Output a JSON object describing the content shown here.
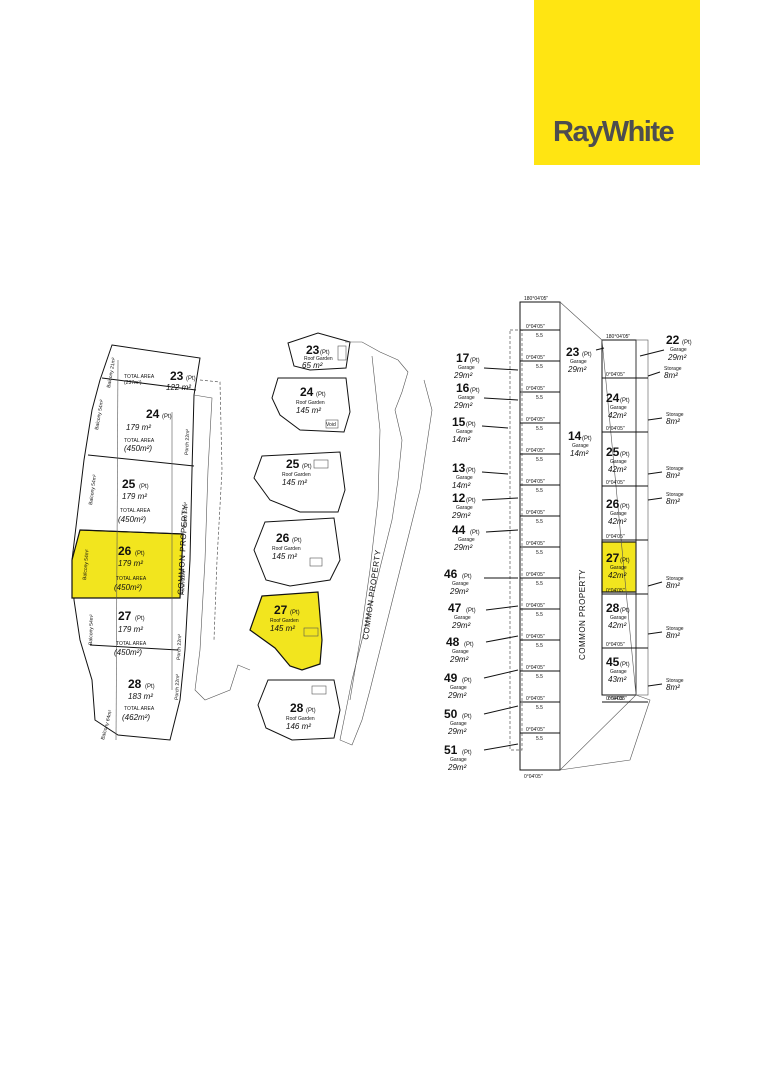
{
  "brand": {
    "logo_text": "RayWhite",
    "accent": "#FFE512",
    "highlight": "#F2E51E"
  },
  "plan1": {
    "road_label": "COMMON PROPERTY",
    "lots": [
      {
        "num": "23",
        "suffix": "(Pt)",
        "area": "122 m²",
        "total_label": "TOTAL AREA",
        "total": "(237m²)",
        "side1": "Balcony 21m²",
        "side2": "",
        "highlight": false
      },
      {
        "num": "24",
        "suffix": "(Pt)",
        "area": "179 m²",
        "total_label": "TOTAL AREA",
        "total": "(450m²)",
        "side1": "Balcony 54m²",
        "side2": "Porch 22m²",
        "highlight": false
      },
      {
        "num": "25",
        "suffix": "(Pt)",
        "area": "179 m²",
        "total_label": "TOTAL AREA",
        "total": "(450m²)",
        "side1": "Balcony 54m²",
        "side2": "Porch 22m²",
        "highlight": false
      },
      {
        "num": "26",
        "suffix": "(Pt)",
        "area": "179 m²",
        "total_label": "TOTAL AREA",
        "total": "(450m²)",
        "side1": "Balcony 54m²",
        "side2": "Porch 22m²",
        "highlight": true
      },
      {
        "num": "27",
        "suffix": "(Pt)",
        "area": "179 m²",
        "total_label": "TOTAL AREA",
        "total": "(450m²)",
        "side1": "Balcony 54m²",
        "side2": "Porch 22m²",
        "highlight": false
      },
      {
        "num": "28",
        "suffix": "(Pt)",
        "area": "183 m²",
        "total_label": "TOTAL AREA",
        "total": "(462m²)",
        "side1": "Balcony 64m²",
        "side2": "Porch 22m²",
        "highlight": false
      }
    ]
  },
  "plan2": {
    "road_label": "COMMON PROPERTY",
    "void_label": "Void",
    "lots": [
      {
        "num": "23",
        "suffix": "(Pt)",
        "kind": "Roof Garden",
        "area": "65 m²",
        "highlight": false
      },
      {
        "num": "24",
        "suffix": "(Pt)",
        "kind": "Roof Garden",
        "area": "145 m²",
        "highlight": false
      },
      {
        "num": "25",
        "suffix": "(Pt)",
        "kind": "Roof Garden",
        "area": "145 m²",
        "highlight": false
      },
      {
        "num": "26",
        "suffix": "(Pt)",
        "kind": "Roof Garden",
        "area": "145 m²",
        "highlight": false
      },
      {
        "num": "27",
        "suffix": "(Pt)",
        "kind": "Roof Garden",
        "area": "145 m²",
        "highlight": true
      },
      {
        "num": "28",
        "suffix": "(Pt)",
        "kind": "Roof Garden",
        "area": "146 m²",
        "highlight": false
      }
    ]
  },
  "plan3": {
    "road_label": "COMMON PROPERTY",
    "bearing": "0°04'05\"",
    "bearing_top": "180°04'05\"",
    "dim": "5.5",
    "left_lots": [
      {
        "num": "17",
        "suffix": "(Pt)",
        "kind": "Garage",
        "area": "29m²"
      },
      {
        "num": "16",
        "suffix": "(Pt)",
        "kind": "Garage",
        "area": "29m²"
      },
      {
        "num": "15",
        "suffix": "(Pt)",
        "kind": "Garage",
        "area": "14m²"
      },
      {
        "num": "13",
        "suffix": "(Pt)",
        "kind": "Garage",
        "area": "14m²"
      },
      {
        "num": "12",
        "suffix": "(Pt)",
        "kind": "Garage",
        "area": "29m²"
      },
      {
        "num": "44",
        "suffix": "(Pt)",
        "kind": "Garage",
        "area": "29m²"
      },
      {
        "num": "46",
        "suffix": "(Pt)",
        "kind": "Garage",
        "area": "29m²"
      },
      {
        "num": "47",
        "suffix": "(Pt)",
        "kind": "Garage",
        "area": "29m²"
      },
      {
        "num": "48",
        "suffix": "(Pt)",
        "kind": "Garage",
        "area": "29m²"
      },
      {
        "num": "49",
        "suffix": "(Pt)",
        "kind": "Garage",
        "area": "29m²"
      },
      {
        "num": "50",
        "suffix": "(Pt)",
        "kind": "Garage",
        "area": "29m²"
      },
      {
        "num": "51",
        "suffix": "(Pt)",
        "kind": "Garage",
        "area": "29m²"
      }
    ],
    "mid_lots": [
      {
        "num": "23",
        "suffix": "(Pt)",
        "kind": "Garage",
        "area": "29m²"
      },
      {
        "num": "14",
        "suffix": "(Pt)",
        "kind": "Garage",
        "area": "14m²"
      }
    ],
    "right_lots": [
      {
        "num": "24",
        "suffix": "(Pt)",
        "kind": "Garage",
        "area": "42m²",
        "highlight": false
      },
      {
        "num": "25",
        "suffix": "(Pt)",
        "kind": "Garage",
        "area": "42m²",
        "highlight": false
      },
      {
        "num": "26",
        "suffix": "(Pt)",
        "kind": "Garage",
        "area": "42m²",
        "highlight": false
      },
      {
        "num": "27",
        "suffix": "(Pt)",
        "kind": "Garage",
        "area": "42m²",
        "highlight": true
      },
      {
        "num": "28",
        "suffix": "(Pt)",
        "kind": "Garage",
        "area": "42m²",
        "highlight": false
      },
      {
        "num": "45",
        "suffix": "(Pt)",
        "kind": "Garage",
        "area": "43m²",
        "highlight": false
      }
    ],
    "corner_lot": {
      "num": "22",
      "suffix": "(Pt)",
      "kind": "Garage",
      "area": "29m²"
    },
    "storage": [
      {
        "kind": "Storage",
        "area": "8m²"
      },
      {
        "kind": "Storage",
        "area": "8m²"
      },
      {
        "kind": "Storage",
        "area": "8m²"
      },
      {
        "kind": "Storage",
        "area": "8m²"
      },
      {
        "kind": "Storage",
        "area": "8m²"
      },
      {
        "kind": "Storage",
        "area": "8m²"
      },
      {
        "kind": "Storage",
        "area": "8m²"
      }
    ]
  }
}
